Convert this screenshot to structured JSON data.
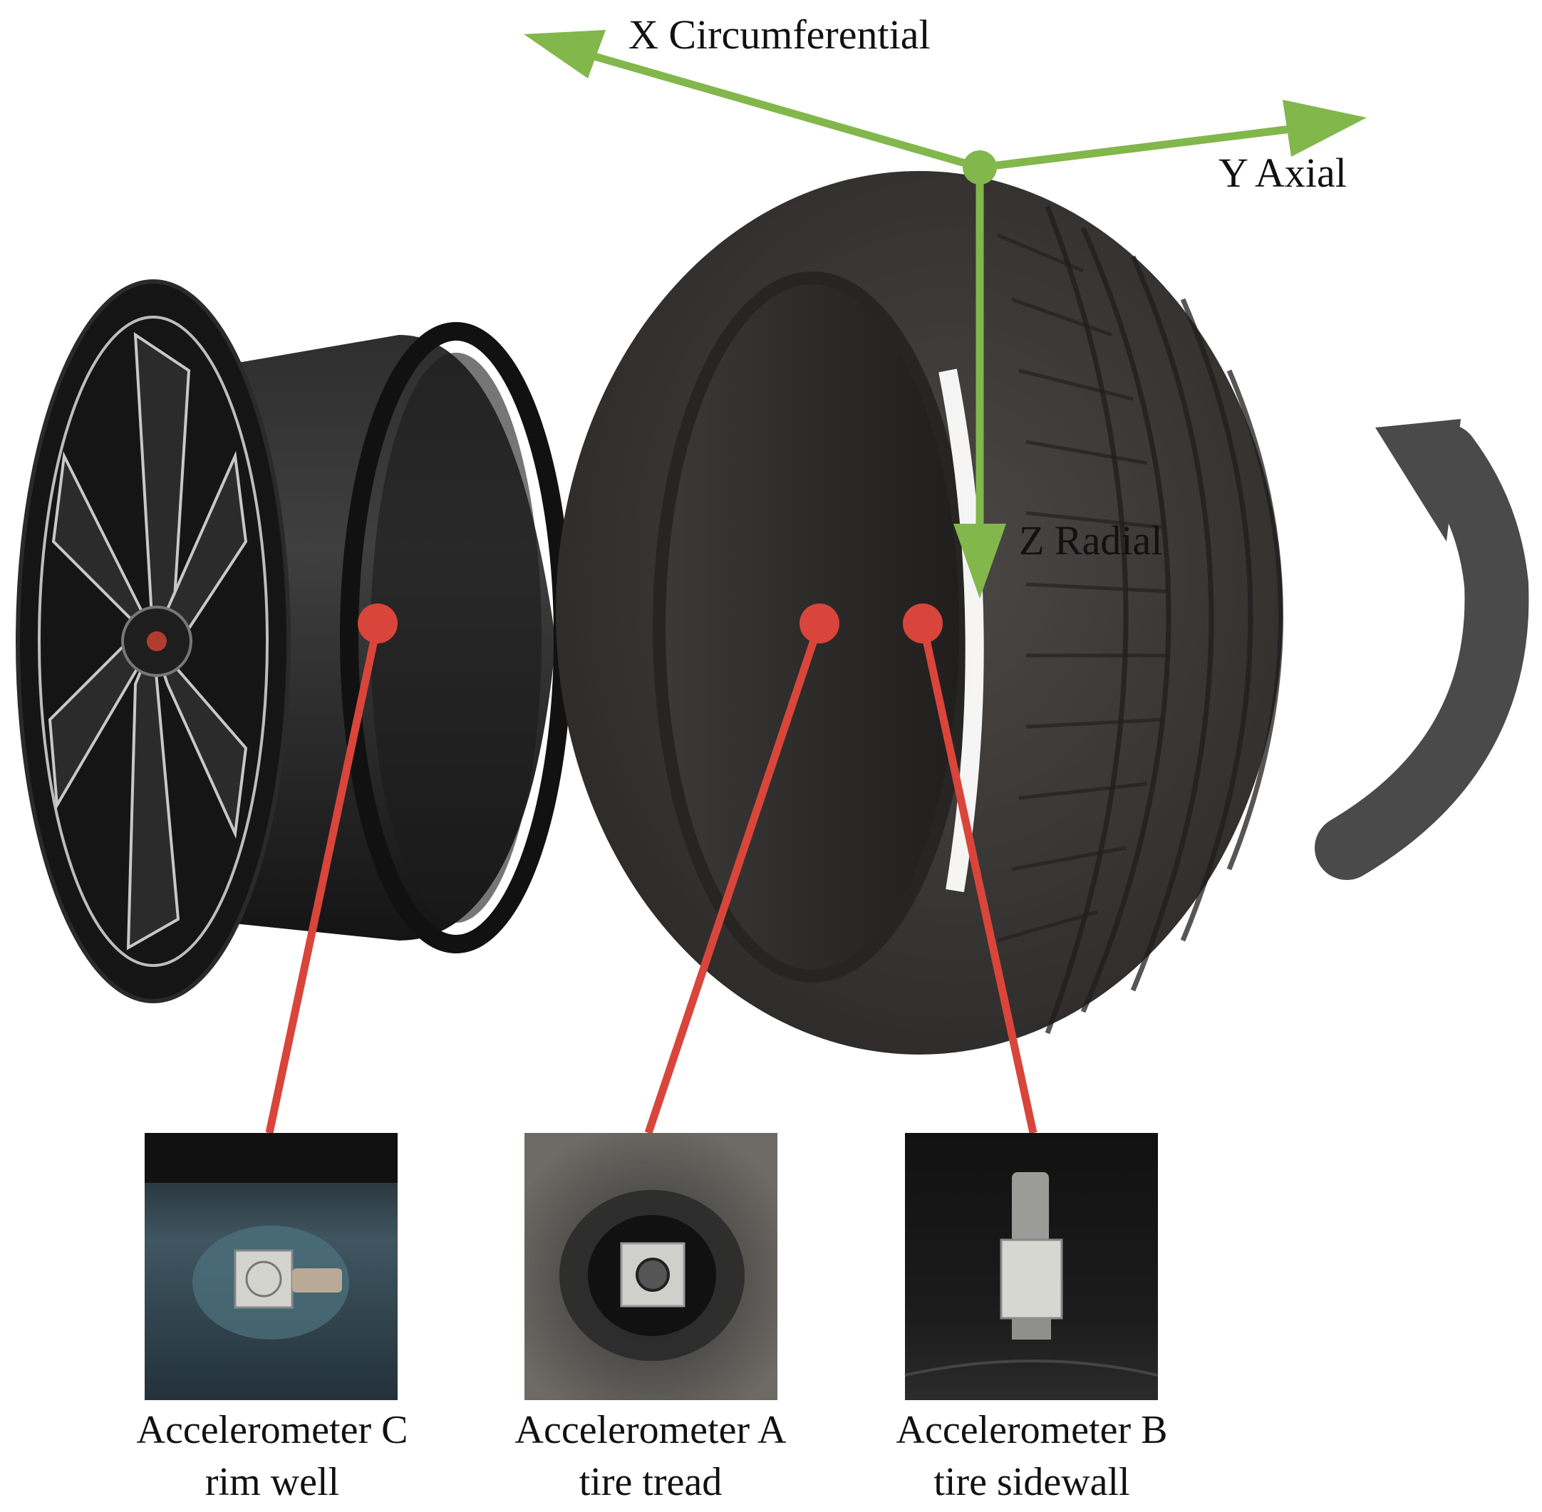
{
  "axes": {
    "x_label": "X Circumferential",
    "y_label": "Y Axial",
    "z_label": "Z Radial",
    "color": "#82b74b"
  },
  "colors": {
    "leader": "#d9453b",
    "rotation_arrow": "#4a4a4a",
    "tire": "#3a3836",
    "rim": "#1c1c1c"
  },
  "sensors": [
    {
      "id": "C",
      "name": "Accelerometer C",
      "location": "rim well"
    },
    {
      "id": "A",
      "name": "Accelerometer A",
      "location": "tire tread"
    },
    {
      "id": "B",
      "name": "Accelerometer B",
      "location": "tire sidewall"
    }
  ],
  "icons": {
    "rotation": "curved-rotation-arrow-icon",
    "wheel": "wheel-rim-icon",
    "tire": "tire-icon"
  }
}
